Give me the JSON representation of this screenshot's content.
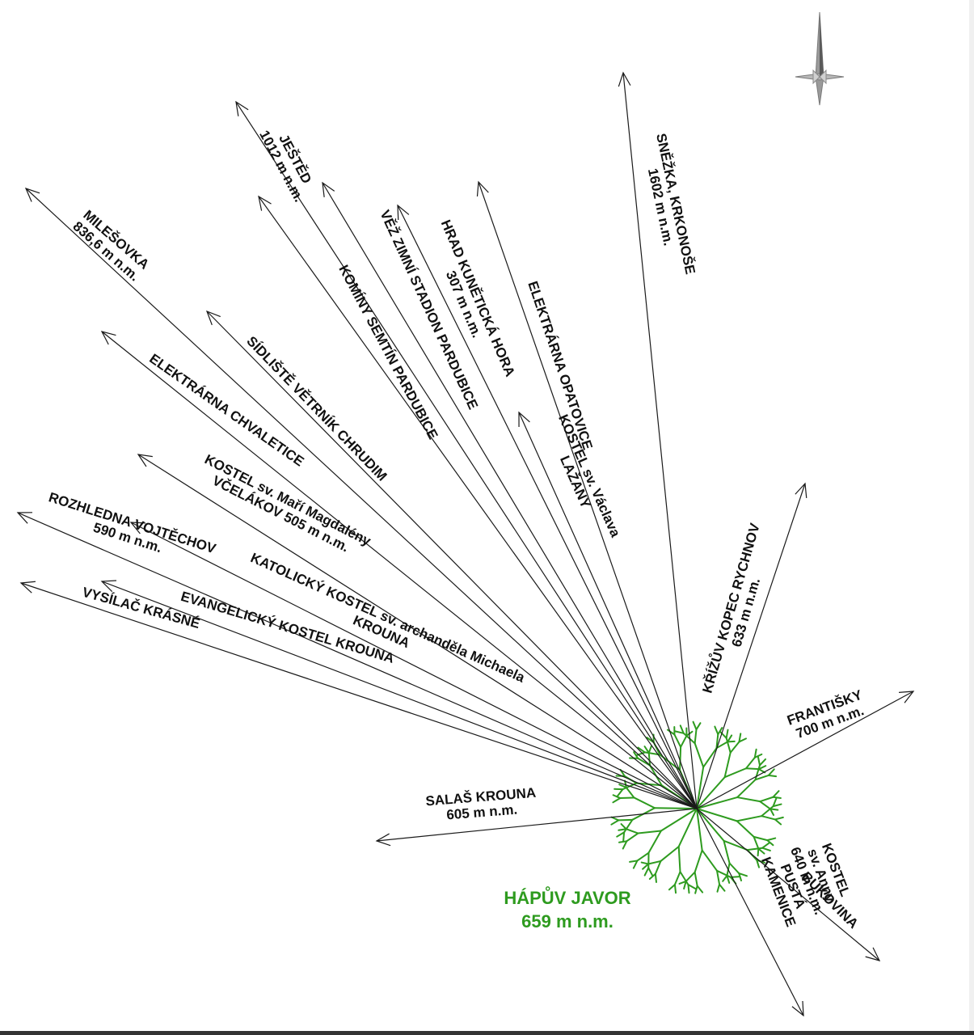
{
  "origin": {
    "name": "HÁPŮV JAVOR",
    "altitude": "659 m n.m.",
    "color": "#2e9b1f"
  },
  "compass_icon": "compass-rose-icon",
  "targets": [
    {
      "id": "snezka",
      "lines": [
        "SNĚŽKA, KRKONOŠE",
        "1602 m n.m."
      ]
    },
    {
      "id": "jested",
      "lines": [
        "JEŠTĚD",
        "1012 m n.m."
      ]
    },
    {
      "id": "milesovka",
      "lines": [
        "MILEŠOVKA",
        "836,6 m n.m."
      ]
    },
    {
      "id": "komininy",
      "lines": [
        "KOMÍNY SEMTÍN PARDUBICE"
      ]
    },
    {
      "id": "vez",
      "lines": [
        "VĚŽ ZIMNÍ STADION PARDUBICE"
      ]
    },
    {
      "id": "kuneticka",
      "lines": [
        "HRAD KUNĚTICKÁ HORA",
        "307 m n.m."
      ]
    },
    {
      "id": "opatovice",
      "lines": [
        "ELEKTRÁRNA OPATOVICE"
      ]
    },
    {
      "id": "lazany",
      "lines": [
        "KOSTEL sv. Václava",
        "LAŽANY"
      ]
    },
    {
      "id": "chrudim",
      "lines": [
        "SÍDLIŠTĚ VĚTRNÍK CHRUDIM"
      ]
    },
    {
      "id": "chvaletice",
      "lines": [
        "ELEKTRÁRNA CHVALETICE"
      ]
    },
    {
      "id": "vcelakov",
      "lines": [
        "KOSTEL sv. Maří Magdalény",
        "VČELÁKOV 505 m n.m."
      ]
    },
    {
      "id": "katolicky",
      "lines": [
        "KATOLICKÝ KOSTEL sv. archanděla Michaela",
        "KROUNA"
      ]
    },
    {
      "id": "vojtechov",
      "lines": [
        "ROZHLEDNA VOJTĚCHOV",
        "590 m n.m."
      ]
    },
    {
      "id": "evangelicky",
      "lines": [
        "EVANGELICKÝ KOSTEL KROUNA"
      ]
    },
    {
      "id": "krasne",
      "lines": [
        "VYSÍLAČ KRÁSNÉ"
      ]
    },
    {
      "id": "salas",
      "lines": [
        "SALAŠ KROUNA",
        "605 m n.m."
      ]
    },
    {
      "id": "krizuv",
      "lines": [
        "KŘÍŽŮV KOPEC RYCHNOV",
        "633 m n.m."
      ]
    },
    {
      "id": "frantisky",
      "lines": [
        "FRANTIŠKY",
        "700 m n.m."
      ]
    },
    {
      "id": "bukovina",
      "lines": [
        "BUKOVINA"
      ]
    },
    {
      "id": "pusta",
      "lines": [
        "KOSTEL",
        "sv. Anny",
        "640 m n.m.",
        "PUSTÁ",
        "KAMENICE"
      ]
    }
  ]
}
